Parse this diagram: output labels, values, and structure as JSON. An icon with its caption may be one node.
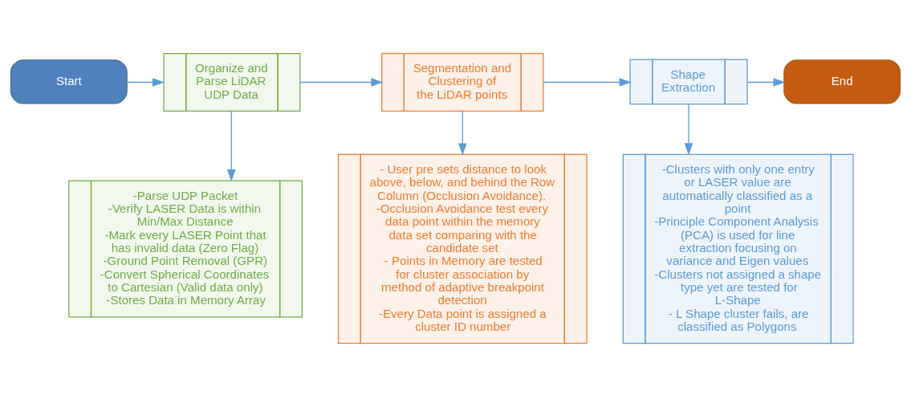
{
  "diagram": {
    "nodes": [
      {
        "text": [
          "Start"
        ]
      },
      {
        "text": [
          "Organize and Parse LiDAR UDP Data"
        ]
      },
      {
        "text": [
          "Segmentation and Clustering of the LiDAR points"
        ]
      },
      {
        "text": [
          "Shape Extraction"
        ]
      },
      {
        "text": [
          "End"
        ]
      },
      {
        "text": [
          "-Parse UDP Packet",
          "-Verify LASER Data is within Min/Max Distance",
          "-Mark every LASER Point that has invalid data (Zero Flag)",
          "-Ground Point Removal (GPR)",
          "-Convert Spherical Coordinates to Cartesian (Valid data only)",
          "-Stores Data in Memory Array"
        ]
      },
      {
        "text": [
          "- User pre sets distance to look above, below, and behind the Row Column (Occlusion Avoidance).",
          "-Occlusion Avoidance test every data point within the memory data set comparing with the candidate set",
          "- Points in Memory are tested for cluster association by method of adaptive breakpoint detection",
          "-Every Data point is assigned a cluster ID number"
        ]
      },
      {
        "text": [
          "-Clusters with only one entry or LASER value are automatically classified as a point",
          "-Principle Component Analysis (PCA) is used for line extraction focusing on variance and Eigen values",
          "-Clusters not assigned a shape type yet are tested for L-Shape",
          "- L Shape cluster fails, are classified as Polygons"
        ]
      }
    ],
    "edges": [
      {
        "from": 0,
        "to": 1,
        "arrow": "to"
      },
      {
        "from": 1,
        "to": 2,
        "arrow": "to"
      },
      {
        "from": 2,
        "to": 3,
        "arrow": "to"
      },
      {
        "from": 3,
        "to": 4,
        "arrow": "to"
      },
      {
        "from": 1,
        "to": 5,
        "arrow": "to"
      },
      {
        "from": 2,
        "to": 6,
        "arrow": "to"
      },
      {
        "from": 3,
        "to": 7,
        "arrow": "to"
      }
    ]
  }
}
